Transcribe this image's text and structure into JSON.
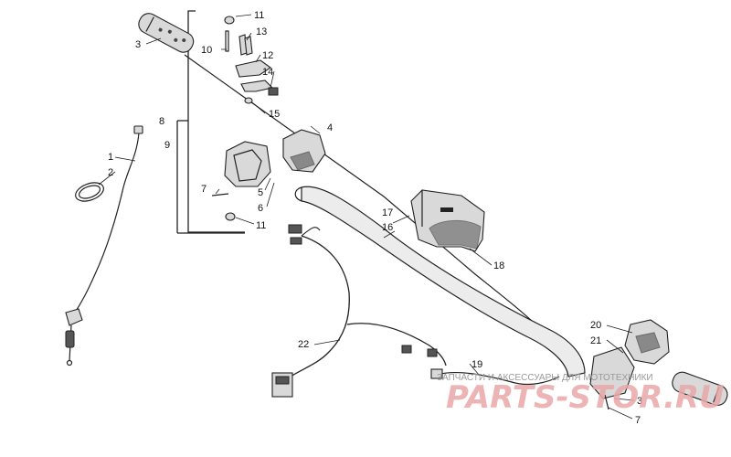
{
  "callouts": [
    {
      "id": "c1",
      "label": "1"
    },
    {
      "id": "c2",
      "label": "2"
    },
    {
      "id": "c3a",
      "label": "3"
    },
    {
      "id": "c3b",
      "label": "3"
    },
    {
      "id": "c4",
      "label": "4"
    },
    {
      "id": "c5",
      "label": "5"
    },
    {
      "id": "c6",
      "label": "6"
    },
    {
      "id": "c7a",
      "label": "7"
    },
    {
      "id": "c7b",
      "label": "7"
    },
    {
      "id": "c8",
      "label": "8"
    },
    {
      "id": "c9",
      "label": "9"
    },
    {
      "id": "c10",
      "label": "10"
    },
    {
      "id": "c11a",
      "label": "11"
    },
    {
      "id": "c11b",
      "label": "11"
    },
    {
      "id": "c12",
      "label": "12"
    },
    {
      "id": "c13",
      "label": "13"
    },
    {
      "id": "c14",
      "label": "14"
    },
    {
      "id": "c15",
      "label": "15"
    },
    {
      "id": "c16",
      "label": "16"
    },
    {
      "id": "c17",
      "label": "17"
    },
    {
      "id": "c18",
      "label": "18"
    },
    {
      "id": "c19",
      "label": "19"
    },
    {
      "id": "c20",
      "label": "20"
    },
    {
      "id": "c21",
      "label": "21"
    },
    {
      "id": "c22",
      "label": "22"
    }
  ],
  "watermark": {
    "caption": "ЗАПЧАСТИ И АКСЕССУАРЫ ДЛЯ МОТОТЕХНИКИ",
    "brand": "PARTS-STOR.RU"
  },
  "colors": {
    "line": "#222222",
    "fill": "#d9d9d9",
    "watermark_brand": "#e9a8a8"
  }
}
